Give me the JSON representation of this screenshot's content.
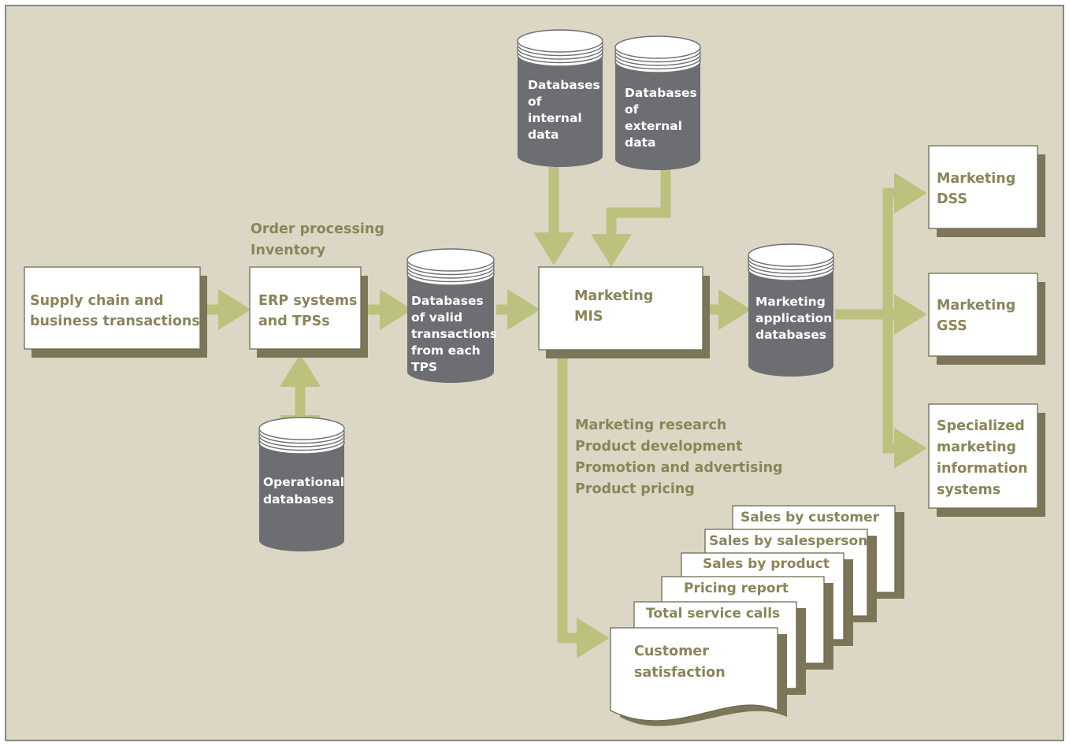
{
  "colors": {
    "background": "#dbd7c4",
    "arrow": "#bcc27e",
    "box_shadow": "#7b7658",
    "box_fill": "#ffffff",
    "box_stroke": "#6f6b55",
    "database_fill": "#6d6e71",
    "text_olive": "#8a8559",
    "text_white": "#ffffff"
  },
  "boxes": {
    "supply_chain": "Supply chain and\nbusiness transactions",
    "erp": "ERP systems\nand TPSs",
    "mis": "Marketing\nMIS",
    "dss": "Marketing\nDSS",
    "gss": "Marketing\nGSS",
    "specialized": "Specialized\nmarketing\ninformation\nsystems"
  },
  "databases": {
    "internal": "Databases\nof\ninternal\ndata",
    "external": "Databases\nof\nexternal\ndata",
    "valid_transactions": "Databases\nof valid\ntransactions\nfrom each\n  TPS",
    "operational": "Operational\ndatabases",
    "application": "Marketing\napplication\ndatabases"
  },
  "labels": {
    "erp_functions": "Order processing\nInventory",
    "mis_functions": "Marketing research\nProduct development\nPromotion and advertising\nProduct pricing"
  },
  "reports": [
    "Sales by customer",
    "Sales by salesperson",
    "Sales by product",
    "Pricing report",
    "Total service calls",
    "Customer\nsatisfaction"
  ]
}
